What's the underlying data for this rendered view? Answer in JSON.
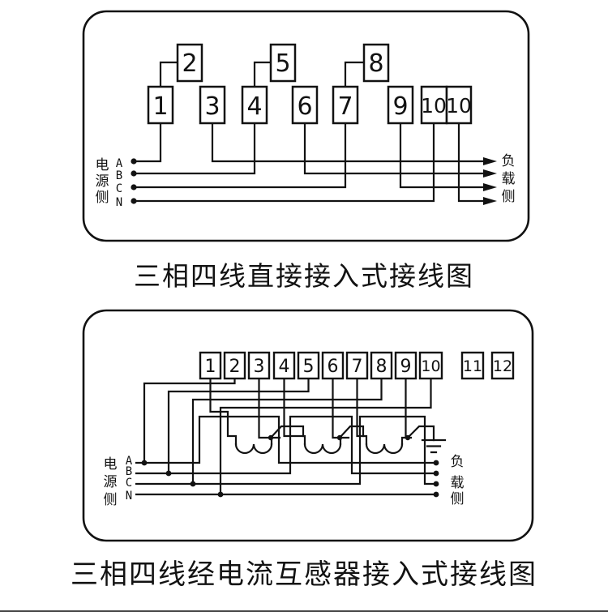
{
  "page": {
    "background": "#ffffff",
    "line_color": "#121212",
    "divider_color": "#4a4a4a"
  },
  "diagram1": {
    "caption": "三相四线直接接入式接线图",
    "upper_terminals": [
      "2",
      "5",
      "8"
    ],
    "lower_terminals": [
      "1",
      "3",
      "4",
      "6",
      "7",
      "9",
      "10",
      "10"
    ],
    "power_side_chars": [
      "电",
      "源",
      "侧"
    ],
    "load_side_chars": [
      "负",
      "载",
      "侧"
    ],
    "phases": [
      "A",
      "B",
      "C",
      "N"
    ]
  },
  "diagram2": {
    "caption": "三相四线经电流互感器接入式接线图",
    "terminals": [
      "1",
      "2",
      "3",
      "4",
      "5",
      "6",
      "7",
      "8",
      "9",
      "10",
      "11",
      "12"
    ],
    "power_side_chars": [
      "电",
      "源",
      "侧"
    ],
    "load_side_chars": [
      "负",
      "载",
      "侧"
    ],
    "phases": [
      "A",
      "B",
      "C",
      "N"
    ]
  }
}
